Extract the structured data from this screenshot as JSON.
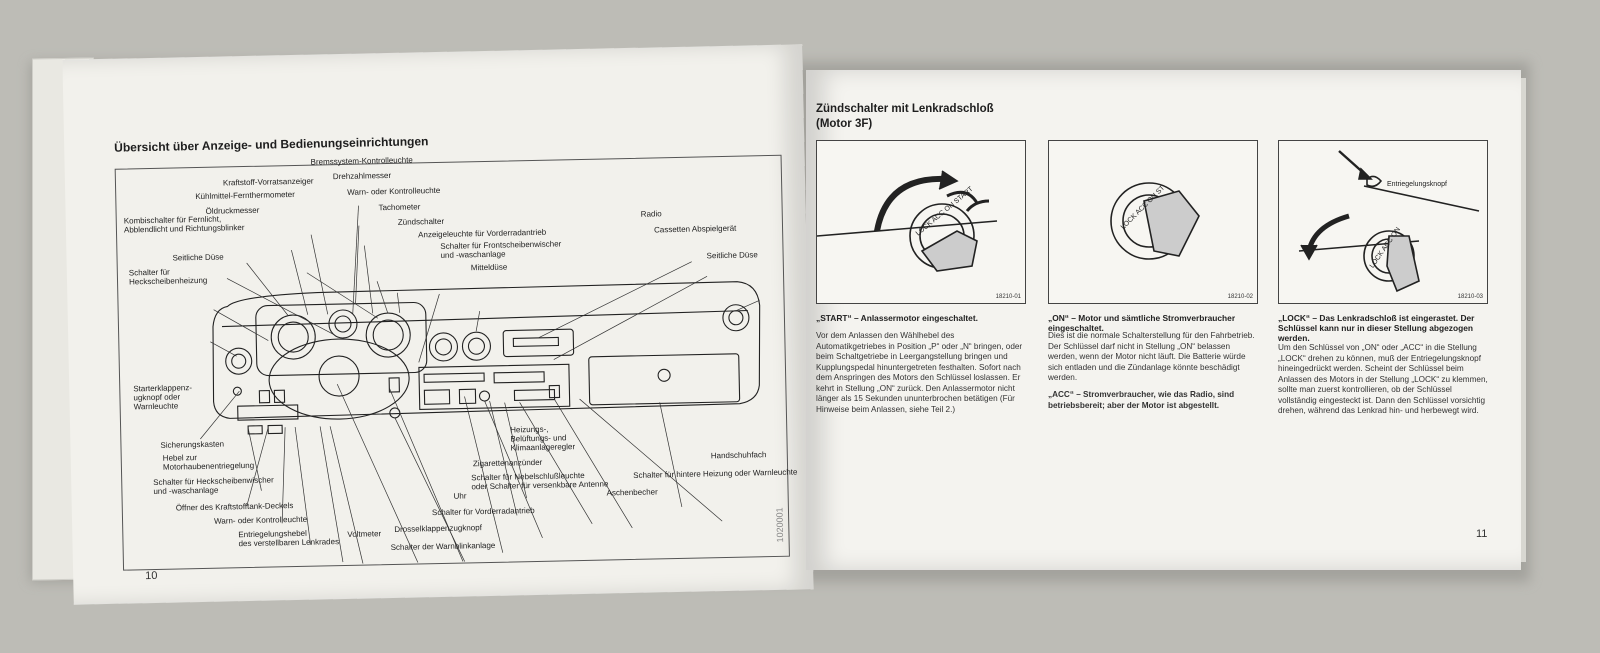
{
  "left_page": {
    "title": "Übersicht über Anzeige- und Bedienungseinrichtungen",
    "page_number": "10",
    "spine_code": "1020001",
    "labels": {
      "bremssystem": "Bremssystem-Kontrolleuchte",
      "kraftstoff": "Kraftstoff-Vorratsanzeiger",
      "drehzahl": "Drehzahlmesser",
      "kuehlmittel": "Kühlmittel-Fernthermometer",
      "warn_kontroll_top": "Warn- oder Kontrolleuchte",
      "oeldruck": "Öldruckmesser",
      "tacho": "Tachometer",
      "kombischalter": "Kombischalter für Fernlicht,\nAbblendlicht und Richtungsblinker",
      "zuend": "Zündschalter",
      "vorderrad_leuchte": "Anzeigeleuchte für Vorderradantrieb",
      "frontscheibe": "Schalter für Frontscheibenwischer\nund -waschanlage",
      "seitl_duese_l": "Seitliche Düse",
      "mitteldüse": "Mitteldüse",
      "heckheizung": "Schalter für\nHeckscheibenheizung",
      "radio": "Radio",
      "cassette": "Cassetten Abspielgerät",
      "seitl_duese_r": "Seitliche Düse",
      "starterklappe": "Starterklappenz-\nugknopf oder\nWarnleuchte",
      "sicherung": "Sicherungskasten",
      "motorhaube": "Hebel zur\nMotorhaubenentriegelung",
      "heckwischer": "Schalter für Heckscheibenwischer\nund -waschanlage",
      "tankdeckel": "Öffner des Kraftstofftank-Deckels",
      "warn_kontroll_bottom": "Warn- oder Kontrolleuchte",
      "entriegelung": "Entriegelungshebel\ndes verstellbaren Lenkrades",
      "voltmeter": "Voltmeter",
      "drossel": "Drosselklappenzugknopf",
      "warnblink": "Schalter der Warnblinkanlage",
      "vorderrad_schalter": "Schalter für Vorderradantrieb",
      "uhr": "Uhr",
      "heizung": "Heizungs-,\nBelüftungs- und\nKlimaanlageregler",
      "zigarette": "Zigarettenanzünder",
      "nebel": "Schalter für Nebelschlußleuchte\noder Schalter für versenkbare Antenne",
      "ascher": "Aschenbecher",
      "handschuh": "Handschuhfach",
      "hintere_heizung": "Schalter für hintere Heizung oder Warnleuchte"
    }
  },
  "right_page": {
    "title": "Zündschalter mit Lenkradschloß\n(Motor 3F)",
    "page_number": "11",
    "panels": [
      {
        "code": "18210-01",
        "key_text": "LOCK ACC ON START",
        "heading": "„START“ – Anlassermotor eingeschaltet.",
        "body": "Vor dem Anlassen den Wählhebel des Automatikgetriebes in Position „P“ oder „N“ bringen, oder beim Schaltgetriebe in Leergangstellung bringen und Kupplungspedal hinuntergetreten festhalten. Sofort nach dem Anspringen des Motors den Schlüssel loslassen. Er kehrt in Stellung „ON“ zurück. Den Anlassermotor nicht länger als 15 Sekunden ununterbrochen betätigen (Für Hinweise beim Anlassen, siehe Teil 2.)"
      },
      {
        "code": "18210-02",
        "key_text": "LOCK ACC ON ST",
        "heading": "„ON“ – Motor und sämtliche Stromverbraucher eingeschaltet.",
        "body": "Dies ist die normale Schalterstellung für den Fahrbetrieb. Der Schlüssel darf nicht in Stellung „ON“ belassen werden, wenn der Motor nicht läuft. Die Batterie würde sich entladen und die Zündanlage könnte beschädigt werden.",
        "sub_heading": "„ACC“ – Stromverbraucher, wie das Radio, sind betriebsbereit; aber der Motor ist abgestellt."
      },
      {
        "code": "18210-03",
        "key_text": "LOCK ACC ON",
        "callout": "Entriegelungsknopf",
        "heading": "„LOCK“ – Das Lenkradschloß ist eingerastet. Der Schlüssel kann nur in dieser Stellung abgezogen werden.",
        "body": "Um den Schlüssel von „ON“ oder „ACC“ in die Stellung „LOCK“ drehen zu können, muß der Entriegelungsknopf hineingedrückt werden. Scheint der Schlüssel beim Anlassen des Motors in der Stellung „LOCK“ zu klemmen, sollte man zuerst kontrollieren, ob der Schlüssel vollständig eingesteckt ist. Dann den Schlüssel vorsichtig drehen, während das Lenkrad hin- und herbewegt wird."
      }
    ]
  }
}
